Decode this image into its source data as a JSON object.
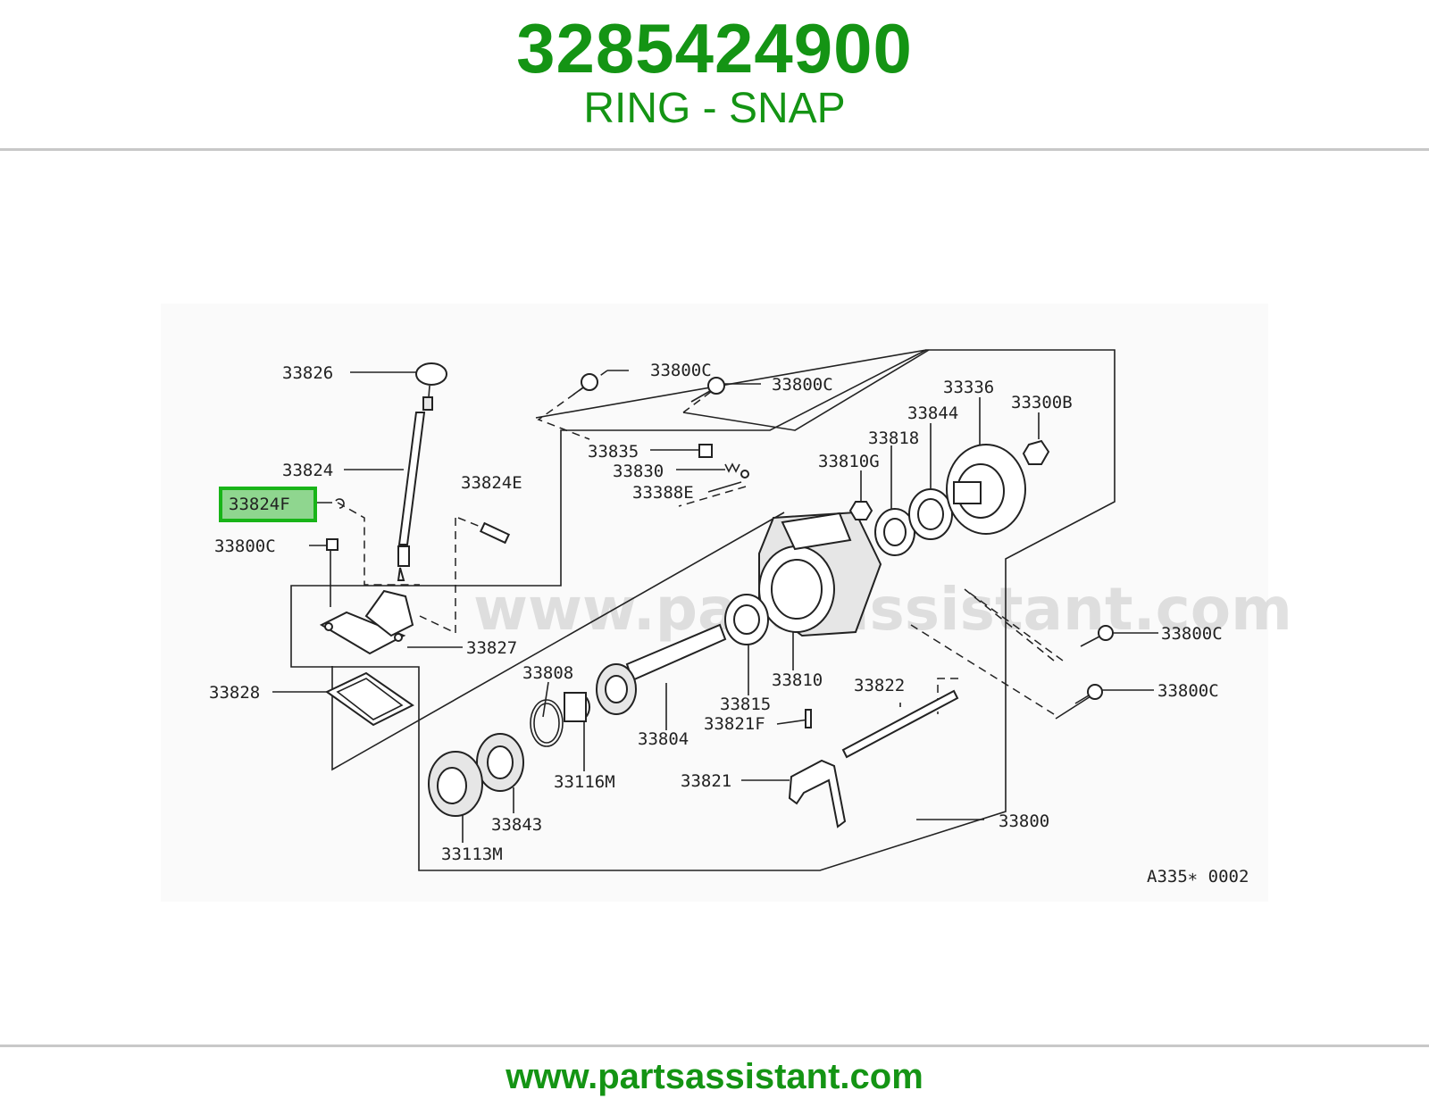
{
  "header": {
    "part_number": "3285424900",
    "part_name": "RING - SNAP"
  },
  "diagram": {
    "watermark": "www.partsassistant.com",
    "reference_code": "A335∗ 0002",
    "highlighted_callout": "33824F",
    "callouts": [
      "33826",
      "33824",
      "33824F",
      "33800C",
      "33824E",
      "33800C",
      "33800C",
      "33835",
      "33830",
      "33388E",
      "33336",
      "33844",
      "33300B",
      "33818",
      "33810G",
      "33827",
      "33828",
      "33808",
      "33804",
      "33815",
      "33810",
      "33822",
      "33821F",
      "33821",
      "33116M",
      "33843",
      "33113M",
      "33800",
      "33800C",
      "33800C"
    ]
  },
  "footer": {
    "url": "www.partsassistant.com"
  },
  "colors": {
    "brand_green": "#149414",
    "highlight_border": "#18b418",
    "highlight_fill": "#8fd68f",
    "rule": "#c8c8c8"
  }
}
